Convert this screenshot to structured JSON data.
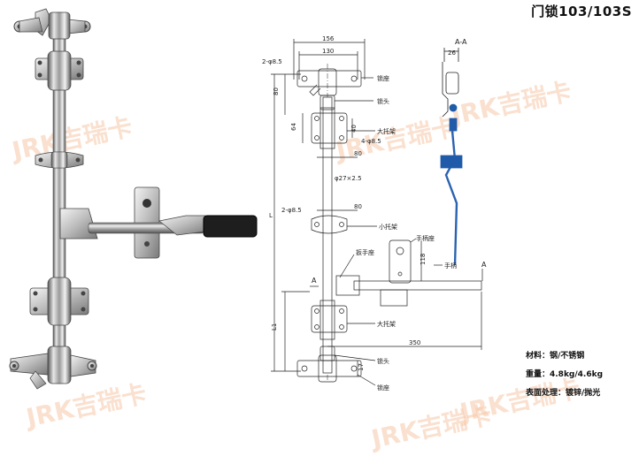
{
  "title": "门锁103/103S",
  "watermark": "JRK吉瑞卡",
  "specs": {
    "material": "材料：钢/不锈钢",
    "weight": "重量：4.8kg/4.6kg",
    "finish": "表面处理：镀锌/抛光"
  },
  "section_label": "A-A",
  "section_dim": "26",
  "dimensions": {
    "top_width": "156",
    "hole_span": "130",
    "hole_top": "2-φ8.5",
    "d80_left": "80",
    "d64": "64",
    "d40": "40",
    "hole_mid": "4-φ8.5",
    "d80_a": "80",
    "pipe": "φ27×2.5",
    "hole_small": "2-φ8.5",
    "d80_b": "80",
    "length_L": "L",
    "length_L1": "L1",
    "d118": "118",
    "d350": "350",
    "d17": "17",
    "section_A_left": "A",
    "section_A_right": "A"
  },
  "labels": {
    "lock_seat_top": "锁座",
    "lock_head_top": "锁头",
    "big_bracket_top": "大托架",
    "small_bracket": "小托架",
    "handle_seat": "手柄座",
    "wrench_seat": "扳手座",
    "handle": "手柄",
    "big_bracket_bottom": "大托架",
    "lock_head_bottom": "锁头",
    "lock_seat_bottom": "锁座"
  }
}
